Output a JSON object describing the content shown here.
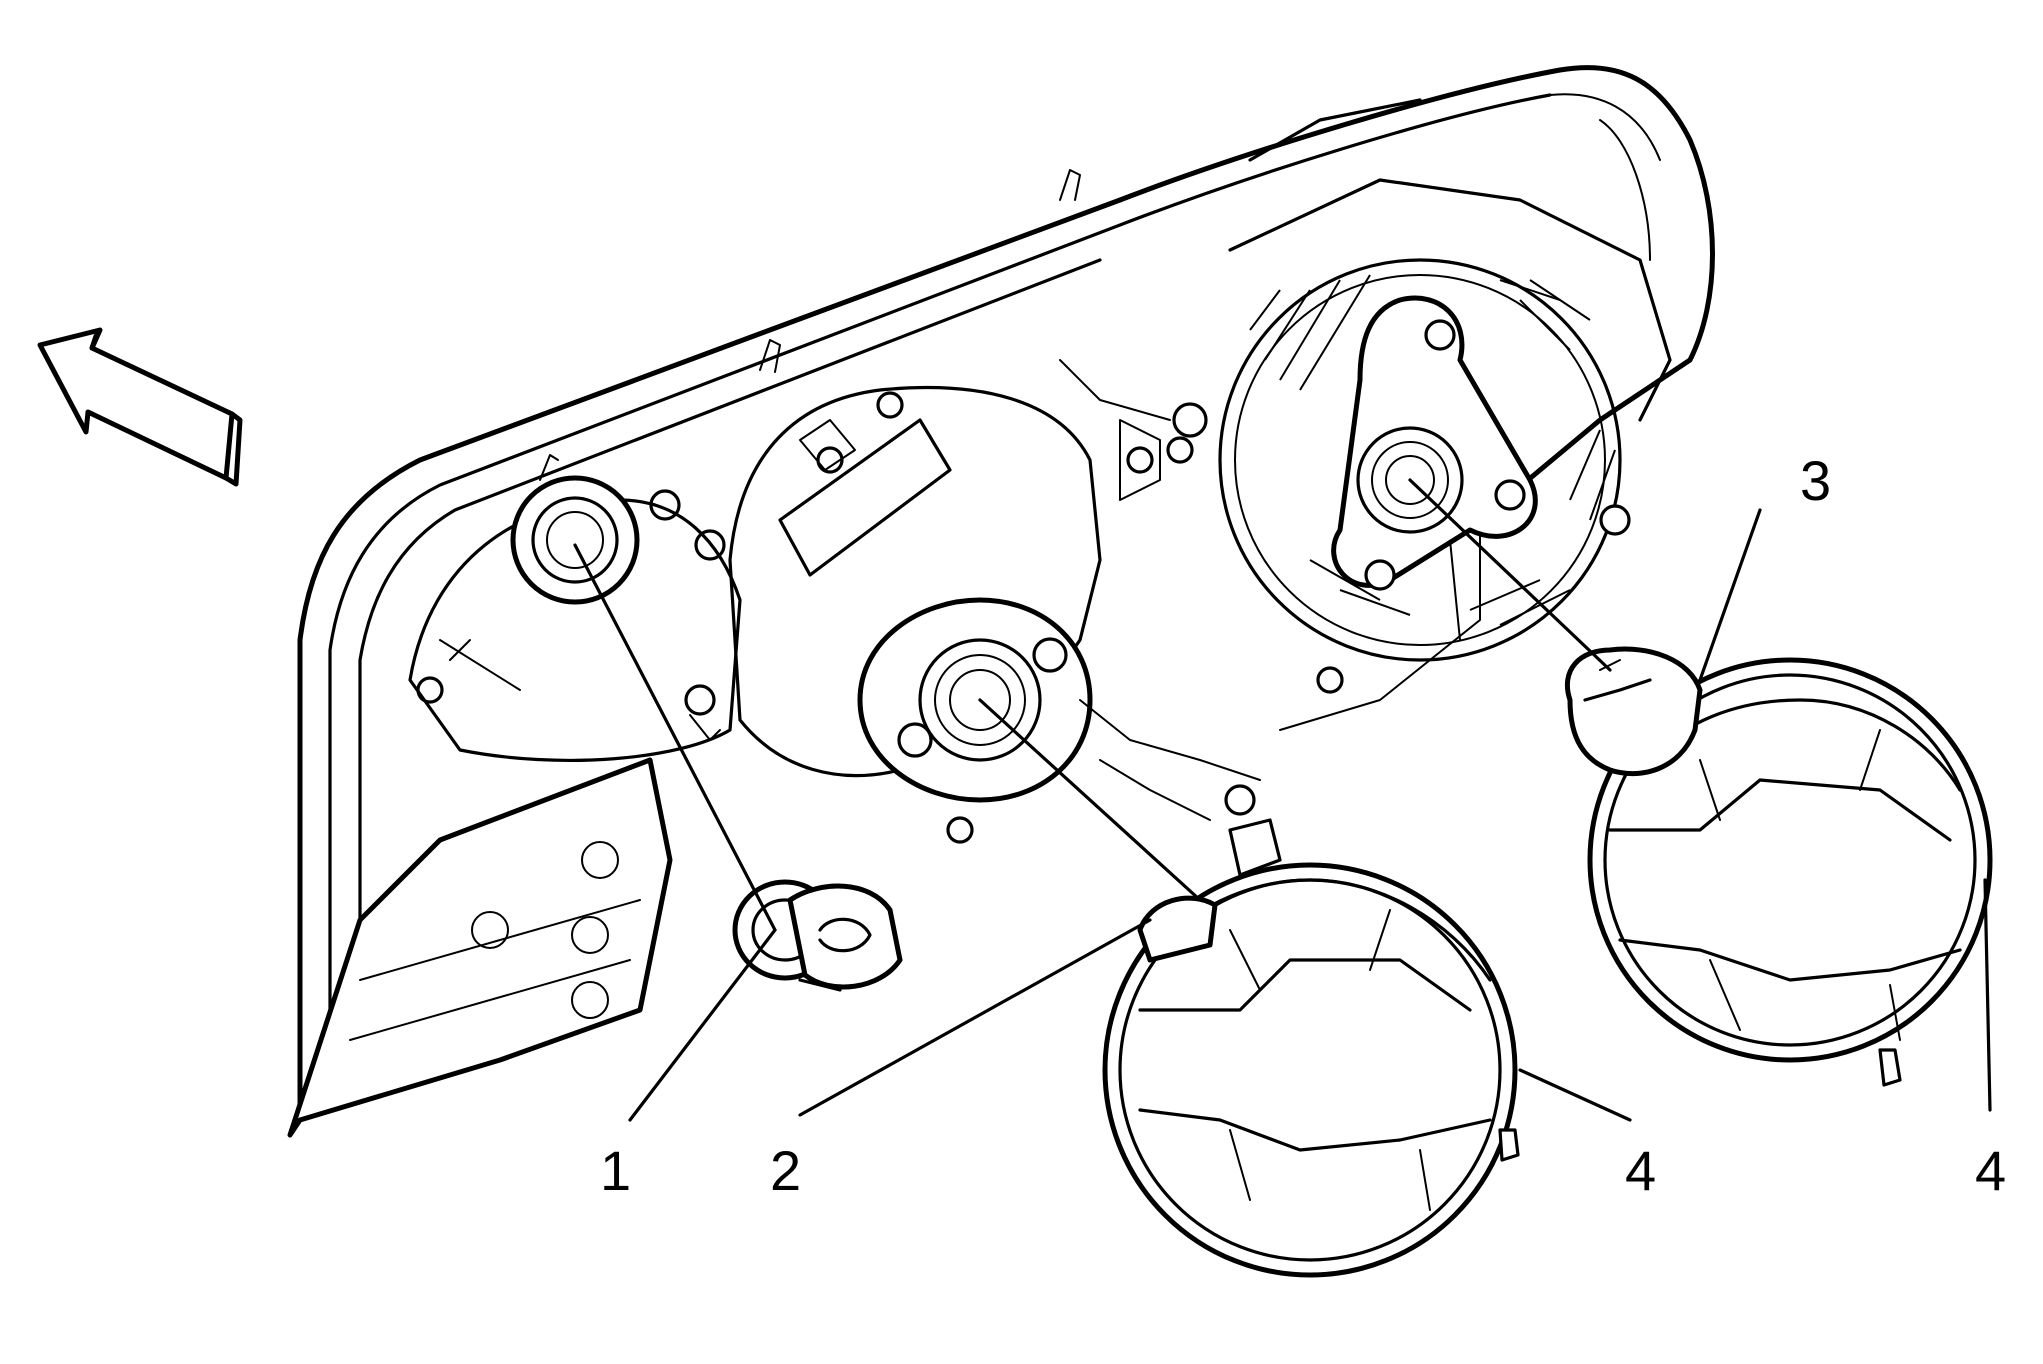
{
  "callouts": {
    "c1": {
      "label": "1"
    },
    "c2": {
      "label": "2"
    },
    "c3": {
      "label": "3"
    },
    "c4a": {
      "label": "4"
    },
    "c4b": {
      "label": "4"
    }
  },
  "icons": {
    "direction_arrow": "forward-arrow-icon"
  },
  "colors": {
    "ink": "#000000",
    "paper": "#ffffff"
  }
}
